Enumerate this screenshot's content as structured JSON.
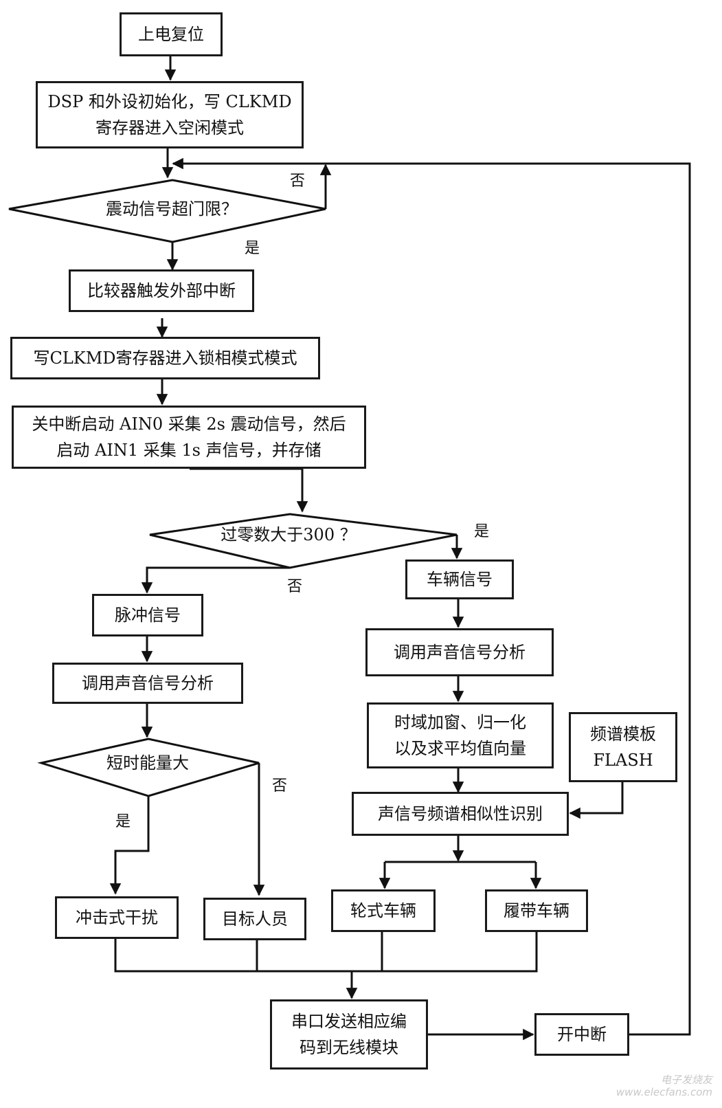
{
  "diagram": {
    "type": "flowchart",
    "nodes": {
      "power_reset": "上电复位",
      "init": "DSP 和外设初始化，写 CLKMD\n寄存器进入空闲模式",
      "vibration_check": "震动信号超门限？",
      "comparator_interrupt": "比较器触发外部中断",
      "pll_mode": "写CLKMD寄存器进入锁相模式模式",
      "acquire": "关中断启动 AIN0 采集 2s 震动信号，然后\n启动 AIN1 采集 1s 声信号，并存储",
      "zero_cross_check": "过零数大于300 ？",
      "pulse_signal": "脉冲信号",
      "call_audio_left": "调用声音信号分析",
      "energy_check": "短时能量大",
      "impact_interference": "冲击式干扰",
      "target_person": "目标人员",
      "vehicle_signal": "车辆信号",
      "call_audio_right": "调用声音信号分析",
      "windowing": "时域加窗、归一化\n以及求平均值向量",
      "spectrum_template": "频谱模板\nFLASH",
      "similarity": "声信号频谱相似性识别",
      "wheeled_vehicle": "轮式车辆",
      "tracked_vehicle": "履带车辆",
      "serial_send": "串口发送相应编\n码到无线模块",
      "enable_interrupt": "开中断"
    },
    "edge_labels": {
      "vibration_no": "否",
      "vibration_yes": "是",
      "zero_cross_yes": "是",
      "zero_cross_no": "否",
      "energy_yes": "是",
      "energy_no": "否"
    },
    "edges": [
      {
        "from": "power_reset",
        "to": "init"
      },
      {
        "from": "init",
        "to": "vibration_check"
      },
      {
        "from": "vibration_check",
        "to": "vibration_check",
        "label": "否"
      },
      {
        "from": "vibration_check",
        "to": "comparator_interrupt",
        "label": "是"
      },
      {
        "from": "comparator_interrupt",
        "to": "pll_mode"
      },
      {
        "from": "pll_mode",
        "to": "acquire"
      },
      {
        "from": "acquire",
        "to": "zero_cross_check"
      },
      {
        "from": "zero_cross_check",
        "to": "vehicle_signal",
        "label": "是"
      },
      {
        "from": "zero_cross_check",
        "to": "pulse_signal",
        "label": "否"
      },
      {
        "from": "pulse_signal",
        "to": "call_audio_left"
      },
      {
        "from": "call_audio_left",
        "to": "energy_check"
      },
      {
        "from": "energy_check",
        "to": "impact_interference",
        "label": "是"
      },
      {
        "from": "energy_check",
        "to": "target_person",
        "label": "否"
      },
      {
        "from": "vehicle_signal",
        "to": "call_audio_right"
      },
      {
        "from": "call_audio_right",
        "to": "windowing"
      },
      {
        "from": "windowing",
        "to": "similarity"
      },
      {
        "from": "spectrum_template",
        "to": "similarity"
      },
      {
        "from": "similarity",
        "to": "wheeled_vehicle"
      },
      {
        "from": "similarity",
        "to": "tracked_vehicle"
      },
      {
        "from": "impact_interference",
        "to": "serial_send"
      },
      {
        "from": "target_person",
        "to": "serial_send"
      },
      {
        "from": "wheeled_vehicle",
        "to": "serial_send"
      },
      {
        "from": "tracked_vehicle",
        "to": "serial_send"
      },
      {
        "from": "serial_send",
        "to": "enable_interrupt"
      },
      {
        "from": "enable_interrupt",
        "to": "vibration_check"
      }
    ]
  },
  "watermark": {
    "line1": "电子发烧友",
    "line2": "www.elecfans.com"
  }
}
